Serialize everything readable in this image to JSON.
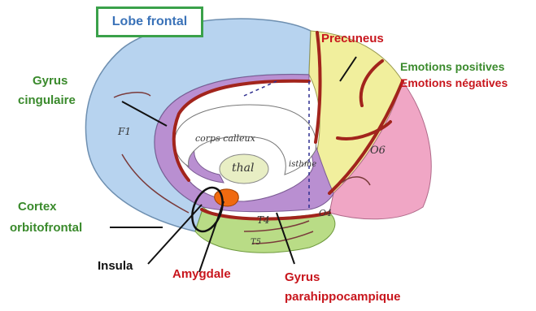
{
  "title": "Lobe frontal",
  "legend": {
    "positive": "Emotions positives",
    "negative": "Emotions négatives"
  },
  "labels": {
    "precuneus": "Precuneus",
    "gyrus_cingulaire_1": "Gyrus",
    "gyrus_cingulaire_2": "cingulaire",
    "cortex_orbito_1": "Cortex",
    "cortex_orbito_2": "orbitofrontal",
    "insula": "Insula",
    "amygdale": "Amygdale",
    "parahippo_1": "Gyrus",
    "parahippo_2": "parahippocampique"
  },
  "inner_labels": {
    "f1": "F1",
    "corps_calleux": "corps calleux",
    "thal": "thal",
    "isthme": "isthme",
    "o6": "O6",
    "o4": "O4",
    "t4": "T4",
    "t5": "T5"
  },
  "colors": {
    "title_border": "#3aa14a",
    "title_text": "#3a72b8",
    "positive": "#3a8a2c",
    "negative": "#c8161d",
    "frontal_blue": "#b7d3ef",
    "cingulate_purple": "#b98fd1",
    "precuneus_yellow": "#f1ef9d",
    "occipital_pink": "#f0a6c5",
    "parahippo_green": "#b9dc86",
    "amygdala_orange": "#f06a10",
    "sulcus_red": "#a2241c"
  }
}
